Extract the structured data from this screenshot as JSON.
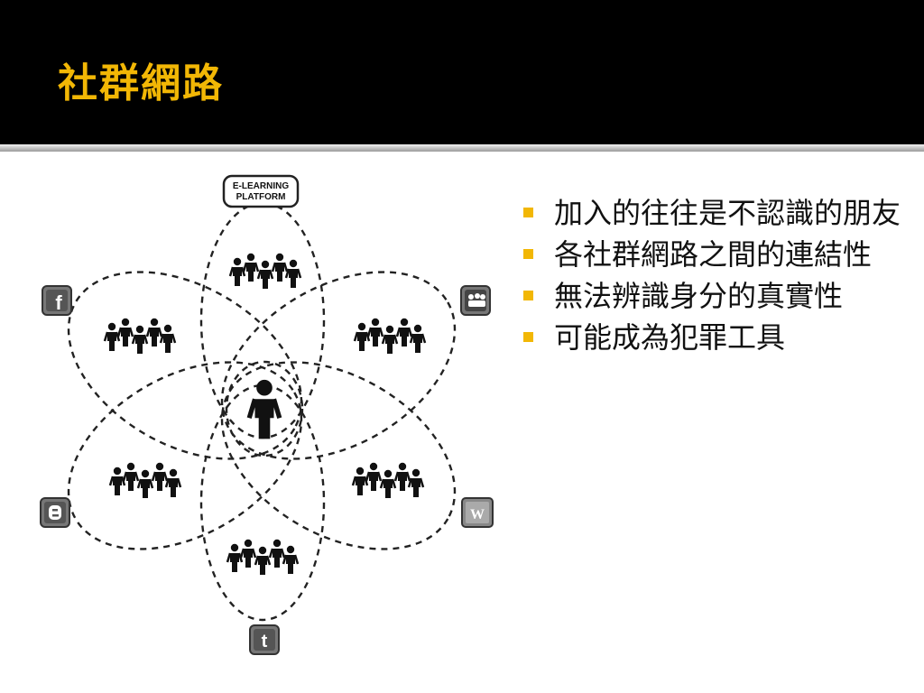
{
  "slide": {
    "title": "社群網路",
    "accent_color": "#f2b705",
    "title_bar_color": "#000000"
  },
  "diagram": {
    "center_label": "",
    "hub_label_line1": "E-LEARNING",
    "hub_label_line2": "PLATFORM",
    "icons": [
      {
        "name": "facebook-icon",
        "glyph": "f"
      },
      {
        "name": "myspace-icon",
        "glyph": "m"
      },
      {
        "name": "blogger-icon",
        "glyph": "B"
      },
      {
        "name": "wordpress-icon",
        "glyph": "W"
      },
      {
        "name": "twitter-icon",
        "glyph": "t"
      }
    ]
  },
  "bullets": [
    {
      "text": "加入的往往是不認識的朋友"
    },
    {
      "text": "各社群網路之間的連結性"
    },
    {
      "text": "無法辨識身分的真實性"
    },
    {
      "text": "可能成為犯罪工具"
    }
  ]
}
